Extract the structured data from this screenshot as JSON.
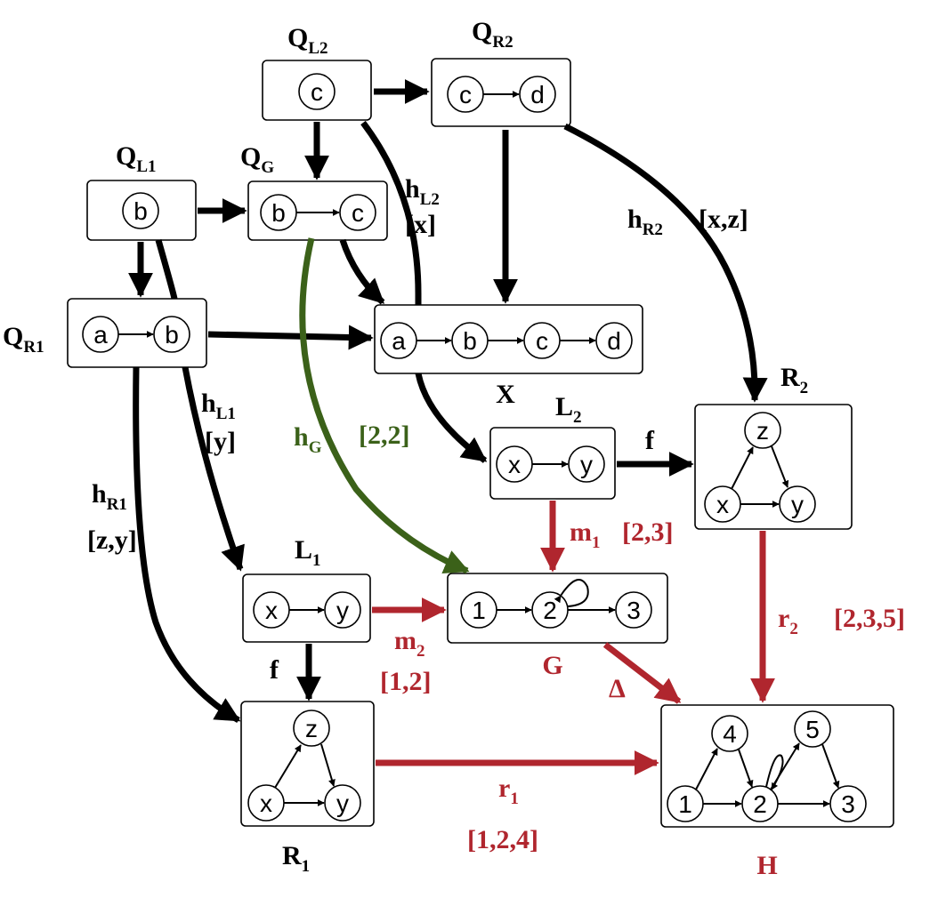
{
  "colors": {
    "black": "#000000",
    "red": "#b0262e",
    "green": "#3b6119"
  },
  "boxes": {
    "QL2": {
      "title_main": "Q",
      "title_sub": "L2",
      "nodes": [
        "c"
      ]
    },
    "QR2": {
      "title_main": "Q",
      "title_sub": "R2",
      "nodes": [
        "c",
        "d"
      ]
    },
    "QL1": {
      "title_main": "Q",
      "title_sub": "L1",
      "nodes": [
        "b"
      ]
    },
    "QG": {
      "title_main": "Q",
      "title_sub": "G",
      "nodes": [
        "b",
        "c"
      ]
    },
    "QR1": {
      "title_main": "Q",
      "title_sub": "R1",
      "nodes": [
        "a",
        "b"
      ]
    },
    "X": {
      "title_main": "X",
      "nodes": [
        "a",
        "b",
        "c",
        "d"
      ]
    },
    "L2": {
      "title_main": "L",
      "title_sub": "2",
      "nodes": [
        "x",
        "y"
      ]
    },
    "R2": {
      "title_main": "R",
      "title_sub": "2",
      "nodes": [
        "z",
        "x",
        "y"
      ]
    },
    "L1": {
      "title_main": "L",
      "title_sub": "1",
      "nodes": [
        "x",
        "y"
      ]
    },
    "G": {
      "title_main": "G",
      "nodes": [
        "1",
        "2",
        "3"
      ]
    },
    "R1": {
      "title_main": "R",
      "title_sub": "1",
      "nodes": [
        "z",
        "x",
        "y"
      ]
    },
    "H": {
      "title_main": "H",
      "nodes": [
        "4",
        "5",
        "1",
        "2",
        "3"
      ]
    }
  },
  "edge_labels": {
    "hL2": {
      "main": "h",
      "sub": "L2",
      "vector": "[x]"
    },
    "hR2": {
      "main": "h",
      "sub": "R2",
      "vector": "[x,z]"
    },
    "hL1": {
      "main": "h",
      "sub": "L1",
      "vector": "[y]"
    },
    "hR1": {
      "main": "h",
      "sub": "R1",
      "vector": "[z,y]"
    },
    "hG": {
      "main": "h",
      "sub": "G",
      "vector": "[2,2]"
    },
    "m1": {
      "main": "m",
      "sub": "1",
      "vector": "[2,3]"
    },
    "m2": {
      "main": "m",
      "sub": "2",
      "vector": "[1,2]"
    },
    "r1": {
      "main": "r",
      "sub": "1",
      "vector": "[1,2,4]"
    },
    "r2": {
      "main": "r",
      "sub": "2",
      "vector": "[2,3,5]"
    },
    "f_top": "f",
    "f_bottom": "f",
    "delta": "Δ"
  }
}
